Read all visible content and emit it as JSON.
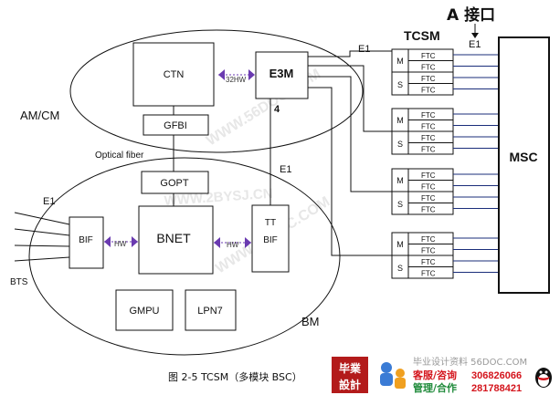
{
  "title": {
    "a_interface": "A 接口",
    "tcsm": "TCSM",
    "e1_top": "E1",
    "e1_msc": "E1"
  },
  "labels": {
    "am_cm": "AM/CM",
    "bm": "BM",
    "optical_fiber": "Optical fiber",
    "e1_left": "E1",
    "e1_e3m": "E1",
    "bts": "BTS",
    "hw32": "32HW",
    "hw_left": "HW",
    "hw_right": "HW",
    "four": "4"
  },
  "modules": {
    "ctn": "CTN",
    "e3m": "E3M",
    "gfbi": "GFBI",
    "gopt": "GOPT",
    "bnet": "BNET",
    "bif": "BIF",
    "ttbif_top": "TT",
    "ttbif_bottom": "BIF",
    "gmpu": "GMPU",
    "lpn7": "LPN7",
    "msc": "MSC"
  },
  "tcsm_groups": [
    {
      "m": "M",
      "s": "S",
      "ftc": [
        "FTC",
        "FTC",
        "FTC",
        "FTC"
      ]
    },
    {
      "m": "M",
      "s": "S",
      "ftc": [
        "FTC",
        "FTC",
        "FTC",
        "FTC"
      ]
    },
    {
      "m": "M",
      "s": "S",
      "ftc": [
        "FTC",
        "FTC",
        "FTC",
        "FTC"
      ]
    },
    {
      "m": "M",
      "s": "S",
      "ftc": [
        "FTC",
        "FTC",
        "FTC",
        "FTC"
      ]
    }
  ],
  "caption": "图 2-5 TCSM（多模块 BSC）",
  "watermarks": [
    "WWW.56DOC.COM",
    "WWW.2BYSJ.CN",
    "WWW.56DOC.COM"
  ],
  "footer": {
    "logo_top": "毕業",
    "logo_bottom": "設計",
    "site": "毕业设计资料 56DOC.COM",
    "service_label": "客服/咨询",
    "service_number": "306826066",
    "manage_label": "管理/合作",
    "manage_number": "281788421"
  },
  "colors": {
    "logo_bg": "#b31b1b",
    "service_red": "#d4141c",
    "manage_green": "#1f8a3a"
  }
}
